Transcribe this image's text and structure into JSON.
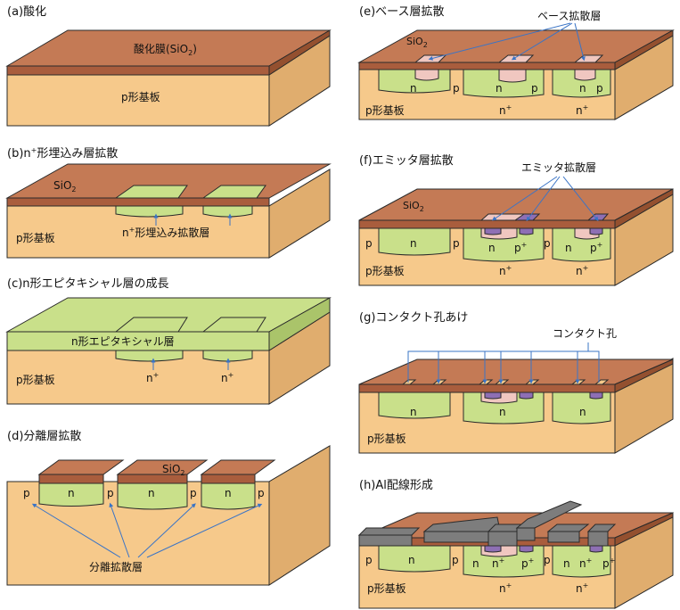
{
  "colors": {
    "substrate_front": "#f6c98b",
    "substrate_side": "#e0ad6e",
    "oxide_top": "#c47a55",
    "oxide_front": "#a95d3d",
    "n_region": "#c9e08a",
    "n_region_top": "#b8d478",
    "p_diffusion": "#f0c7c0",
    "emitter": "#8e6fb4",
    "metal": "#7d7d7d",
    "metal_top": "#9a9a9a",
    "callout_line": "#3a74c6",
    "outline": "#2a2a2a"
  },
  "panels": {
    "a": {
      "title": "(a)酸化",
      "oxide_label": "酸化膜(SiO",
      "oxide_sub": "2",
      "oxide_close": ")",
      "substrate_label": "p形基板"
    },
    "b": {
      "title_pre": "(b)n",
      "title_sup": "+",
      "title_post": "形埋込み層拡散",
      "oxide_label": "SiO",
      "oxide_sub": "2",
      "substrate_label": "p形基板",
      "callout_pre": "n",
      "callout_sup": "+",
      "callout_post": "形埋込み拡散層"
    },
    "c": {
      "title": "(c)n形エピタキシャル層の成長",
      "epi_label": "n形エピタキシャル層",
      "substrate_label": "p形基板",
      "buried_n": "n",
      "buried_sup": "+"
    },
    "d": {
      "title": "(d)分離層拡散",
      "oxide_label": "SiO",
      "oxide_sub": "2",
      "n_label": "n",
      "p_label": "p",
      "callout": "分離拡散層"
    },
    "e": {
      "title": "(e)ベース層拡散",
      "callout": "ベース拡散層",
      "oxide_label": "SiO",
      "oxide_sub": "2",
      "n_label": "n",
      "p_label": "p",
      "buried_n": "n",
      "buried_sup": "+",
      "substrate_label": "p形基板"
    },
    "f": {
      "title": "(f)エミッタ層拡散",
      "callout": "エミッタ拡散層",
      "oxide_label": "SiO",
      "oxide_sub": "2",
      "n_label": "n",
      "p_label": "p",
      "buried_n": "n",
      "buried_sup": "+",
      "substrate_label": "p形基板"
    },
    "g": {
      "title": "(g)コンタクト孔あけ",
      "callout": "コンタクト孔",
      "n_label": "n",
      "substrate_label": "p形基板"
    },
    "h": {
      "title": "(h)Al配線形成",
      "n_label": "n",
      "p_label": "p",
      "buried_n": "n",
      "buried_sup": "+",
      "substrate_label": "p形基板"
    }
  }
}
